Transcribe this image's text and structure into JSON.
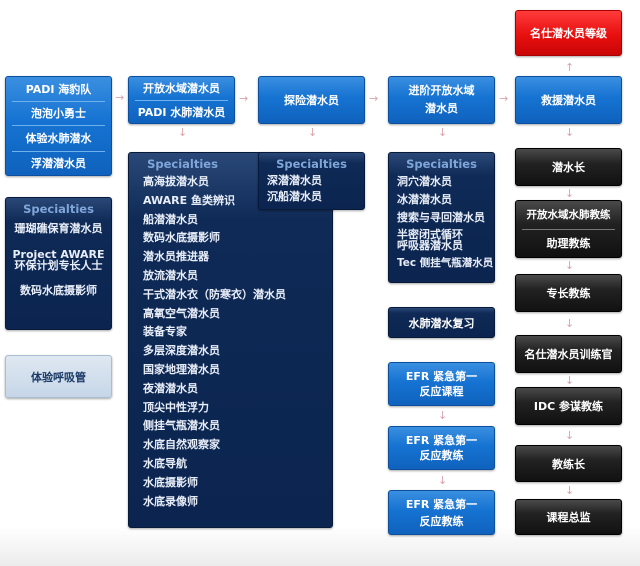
{
  "recreational": [
    {
      "items": [
        "PADI 海豹队",
        "泡泡小勇士",
        "体验水肺潜水",
        "浮潜潜水员"
      ]
    },
    {
      "items": [
        "开放水域潜水员",
        "PADI 水肺潜水员"
      ]
    },
    {
      "items": [
        "探险潜水员"
      ]
    },
    {
      "items": [
        "进阶开放水域",
        "潜水员"
      ]
    },
    {
      "items": [
        "救援潜水员"
      ]
    }
  ],
  "top_level": {
    "label": "名仕潜水员等级",
    "color": "#e81010"
  },
  "specialties": {
    "col1": {
      "title": "Specialties",
      "items": [
        "珊瑚礁保育潜水员",
        "Project AWARE\n环保计划专长人士",
        "数码水底摄影师"
      ]
    },
    "col2": {
      "title": "Specialties",
      "items": [
        "高海拔潜水员",
        "AWARE 鱼类辨识",
        "船潜潜水员",
        "数码水底摄影师",
        "潜水员推进器",
        "放流潜水员",
        "干式潜水衣（防寒衣）潜水员",
        "高氧空气潜水员",
        "装备专家",
        "多层深度潜水员",
        "国家地理潜水员",
        "夜潜潜水员",
        "顶尖中性浮力",
        "侧挂气瓶潜水员",
        "水底自然观察家",
        "水底导航",
        "水底摄影师",
        "水底录像师"
      ]
    },
    "col3": {
      "title": "Specialties",
      "items": [
        "深潜潜水员",
        "沉船潜水员"
      ]
    },
    "col4": {
      "title": "Specialties",
      "items": [
        "洞穴潜水员",
        "冰潜潜水员",
        "搜索与寻回潜水员",
        "半密闭式循环\n呼吸器潜水员",
        "Tec 侧挂气瓶潜水员"
      ]
    }
  },
  "snorkel": {
    "label": "体验呼吸管"
  },
  "review": {
    "label": "水肺潜水复习"
  },
  "efr": [
    {
      "line1": "EFR 紧急第一",
      "line2": "反应课程"
    },
    {
      "line1": "EFR 紧急第一",
      "line2": "反应教练"
    },
    {
      "line1": "EFR 紧急第一",
      "line2": "反应教练"
    }
  ],
  "professional": [
    {
      "items": [
        "潜水长"
      ]
    },
    {
      "items": [
        "开放水域水肺教练",
        "助理教练"
      ]
    },
    {
      "items": [
        "专长教练"
      ]
    },
    {
      "items": [
        "名仕潜水员训练官"
      ]
    },
    {
      "items": [
        "IDC 参谋教练"
      ]
    },
    {
      "items": [
        "教练长"
      ]
    },
    {
      "items": [
        "课程总监"
      ]
    }
  ],
  "arrows": {
    "right": "→",
    "down": "↓",
    "up": "↑"
  },
  "colors": {
    "blue": "#1673d2",
    "navy": "#0b2450",
    "dark": "#1a1a1a",
    "red": "#e81010",
    "light": "#c6d6e8",
    "arrow": "#d9a3ad"
  }
}
